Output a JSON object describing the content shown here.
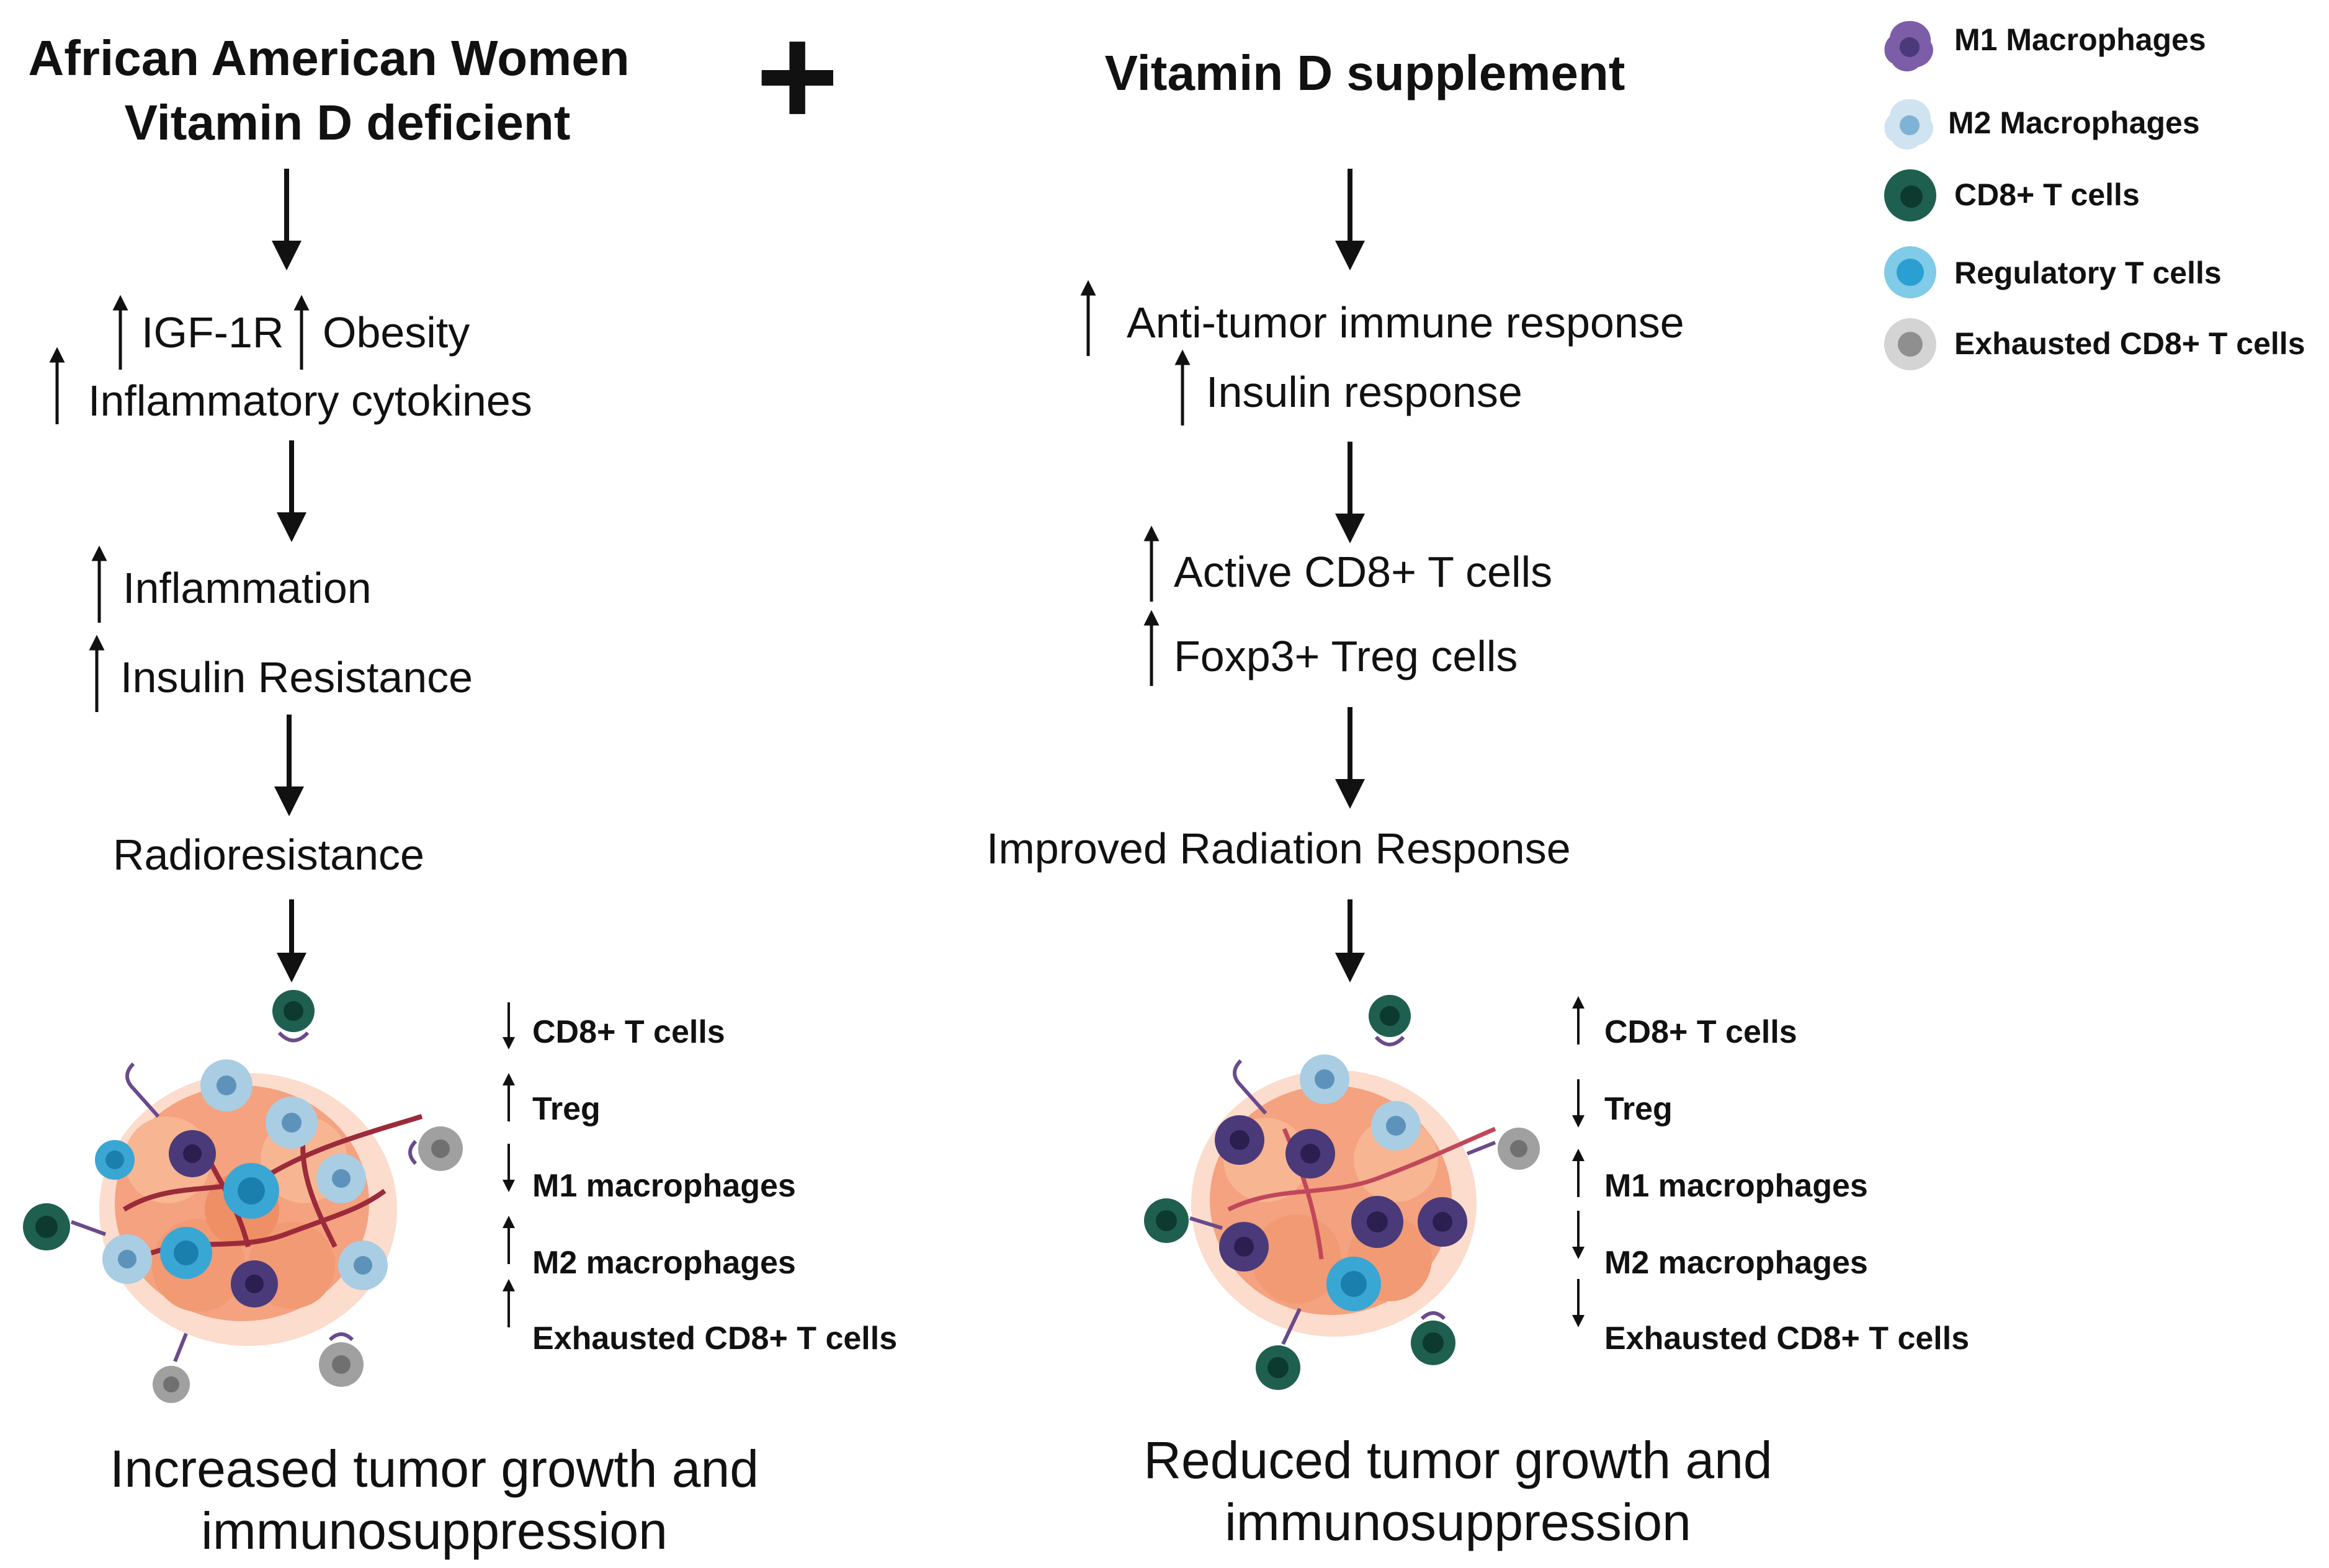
{
  "left": {
    "title_line1": "African American Women",
    "title_line2": "Vitamin D deficient",
    "step_igf": "IGF-1R",
    "step_obesity": "Obesity",
    "step_cytokines": "Inflammatory cytokines",
    "step_inflammation": "Inflammation",
    "step_insulin": "Insulin Resistance",
    "step_radio": "Radioresistance",
    "tags": [
      {
        "dir": "down",
        "label": "CD8+ T cells"
      },
      {
        "dir": "up",
        "label": "Treg"
      },
      {
        "dir": "down",
        "label": "M1 macrophages"
      },
      {
        "dir": "up",
        "label": "M2 macrophages"
      },
      {
        "dir": "up",
        "label": "Exhausted CD8+ T cells"
      }
    ],
    "outcome_line1": "Increased tumor growth and",
    "outcome_line2": "immunosuppression"
  },
  "plus_sign": "+",
  "right": {
    "title": "Vitamin D supplement",
    "step_antitumor": "Anti-tumor immune response",
    "step_insulin": "Insulin response",
    "step_cd8": "Active CD8+ T cells",
    "step_foxp3": "Foxp3+ Treg cells",
    "step_radiation": "Improved Radiation Response",
    "tags": [
      {
        "dir": "up",
        "label": "CD8+ T cells"
      },
      {
        "dir": "down",
        "label": "Treg"
      },
      {
        "dir": "up",
        "label": "M1 macrophages"
      },
      {
        "dir": "down",
        "label": "M2 macrophages"
      },
      {
        "dir": "down",
        "label": "Exhausted CD8+ T cells"
      }
    ],
    "outcome_line1": "Reduced tumor growth and",
    "outcome_line2": "immunosuppression"
  },
  "legend": [
    {
      "label": "M1 Macrophages",
      "icon": "m1-macrophage-icon",
      "color": "#7b5ea7"
    },
    {
      "label": "M2 Macrophages",
      "icon": "m2-macrophage-icon",
      "color": "#a9cde3"
    },
    {
      "label": "CD8+ T cells",
      "icon": "cd8-t-cell-icon",
      "color": "#1f5f4f"
    },
    {
      "label": "Regulatory T cells",
      "icon": "regulatory-t-cell-icon",
      "color": "#3aa6d4"
    },
    {
      "label": "Exhausted CD8+ T cells",
      "icon": "exhausted-cd8-t-cell-icon",
      "color": "#a0a0a0"
    }
  ],
  "colors": {
    "tumor": "#f4a27f",
    "vessel": "#9b2a3a",
    "receptor": "#6a4a8c",
    "arrow": "#111111"
  }
}
